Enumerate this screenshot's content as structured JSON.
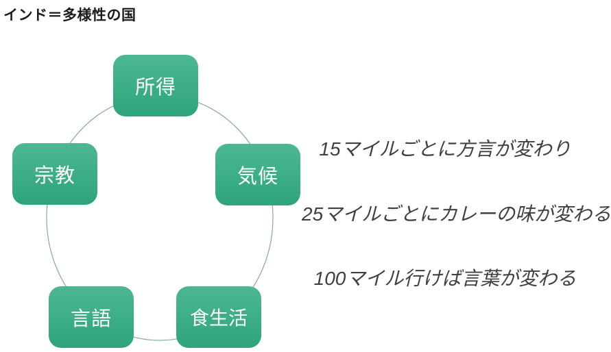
{
  "title": "インド＝多様性の国",
  "diagram": {
    "nodes": [
      {
        "id": "income",
        "label": "所得"
      },
      {
        "id": "religion",
        "label": "宗教"
      },
      {
        "id": "climate",
        "label": "気候"
      },
      {
        "id": "language",
        "label": "言語"
      },
      {
        "id": "diet",
        "label": "食生活"
      }
    ],
    "colors": {
      "node_gradient_top": "#4cb893",
      "node_gradient_bottom": "#2ea47a",
      "node_text": "#fefefe",
      "ring_stroke": "#85aa9d"
    }
  },
  "quotes": {
    "lines": [
      "15マイルごとに方言が変わり",
      "25マイルごとにカレーの味が変わる",
      "100マイル行けば言葉が変わる"
    ],
    "text_color": "#3f3f3f"
  }
}
